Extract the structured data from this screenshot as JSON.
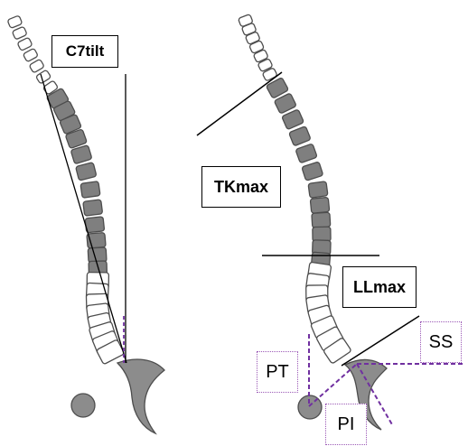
{
  "colors": {
    "cervical_fill": "#ffffff",
    "thoracic_fill": "#7f7f7f",
    "lumbar_fill": "#ffffff",
    "outline": "#4d4d4d",
    "sacrum_fill": "#8c8c8c",
    "femoral_head_fill": "#8c8c8c",
    "measure_line": "#000000",
    "pelvic_line": "#7030a0"
  },
  "labels": {
    "c7tilt": "C7tilt",
    "tkmax": "TKmax",
    "llmax": "LLmax",
    "pt": "PT",
    "ss": "SS",
    "pi": "PI"
  }
}
